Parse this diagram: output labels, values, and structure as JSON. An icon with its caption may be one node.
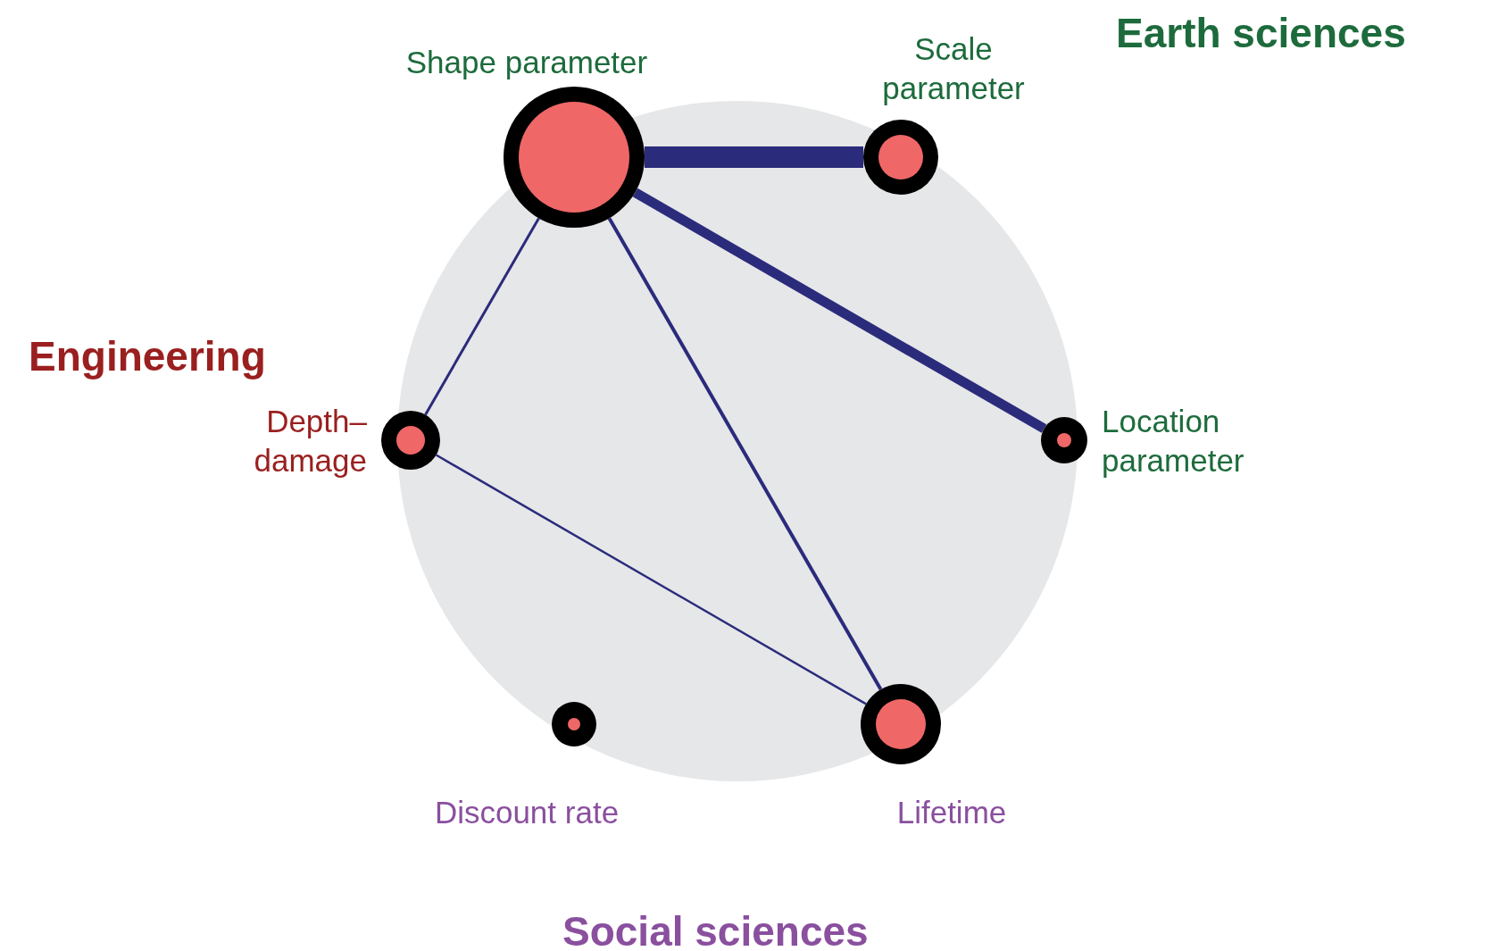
{
  "diagram": {
    "nodes": [
      {
        "text": [
          "Shape parameter"
        ]
      },
      {
        "text": [
          "Scale parameter"
        ]
      },
      {
        "text": [
          "Location parameter"
        ]
      },
      {
        "text": [
          "Depth–damage"
        ]
      },
      {
        "text": [
          "Discount rate"
        ]
      },
      {
        "text": [
          "Lifetime"
        ]
      }
    ],
    "edges": [
      {
        "from": 0,
        "to": 1,
        "arrow": "none",
        "style": "thick"
      },
      {
        "from": 0,
        "to": 2,
        "arrow": "none",
        "style": "thick"
      },
      {
        "from": 0,
        "to": 3,
        "arrow": "none"
      },
      {
        "from": 0,
        "to": 5,
        "arrow": "none"
      },
      {
        "from": 3,
        "to": 5,
        "arrow": "none"
      }
    ],
    "labels": [
      "Earth sciences",
      "Engineering",
      "Social sciences"
    ]
  }
}
